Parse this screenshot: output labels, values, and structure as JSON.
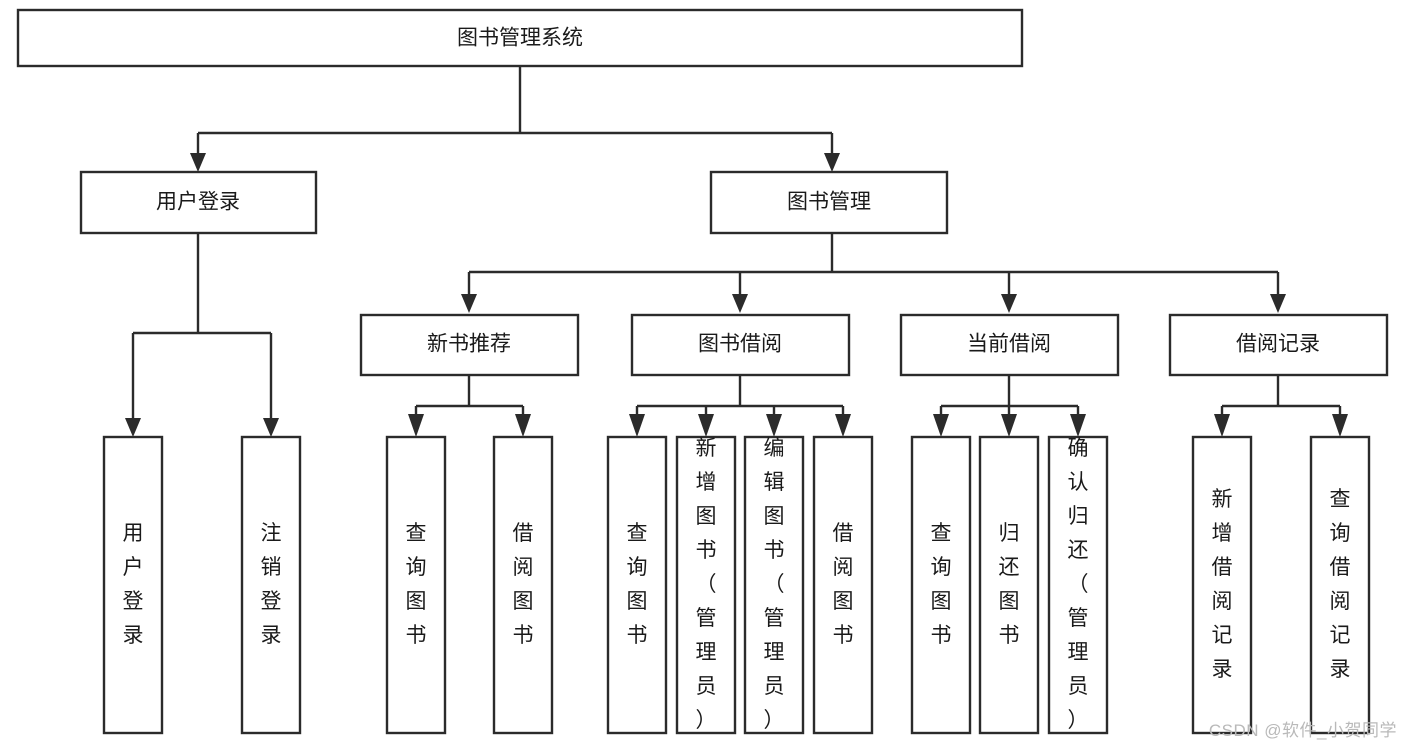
{
  "diagram": {
    "type": "tree",
    "title": "图书管理系统",
    "orientation": "top-down",
    "background_color": "#ffffff",
    "box_border_color": "#2b2b2b",
    "box_fill_color": "#ffffff",
    "connector_color": "#2b2b2b",
    "text_color": "#1a1a1a"
  },
  "root": {
    "label": "图书管理系统"
  },
  "level2": [
    {
      "label": "用户登录"
    },
    {
      "label": "图书管理"
    }
  ],
  "level3": [
    {
      "label": "新书推荐"
    },
    {
      "label": "图书借阅"
    },
    {
      "label": "当前借阅"
    },
    {
      "label": "借阅记录"
    }
  ],
  "leaves": {
    "user_login": [
      {
        "label": "用户登录"
      },
      {
        "label": "注销登录"
      }
    ],
    "new_book_recommend": [
      {
        "label": "查询图书"
      },
      {
        "label": "借阅图书"
      }
    ],
    "book_borrow": [
      {
        "label": "查询图书"
      },
      {
        "label": "新增图书（管理员）"
      },
      {
        "label": "编辑图书（管理员）"
      },
      {
        "label": "借阅图书"
      }
    ],
    "current_borrow": [
      {
        "label": "查询图书"
      },
      {
        "label": "归还图书"
      },
      {
        "label": "确认归还（管理员）"
      }
    ],
    "borrow_record": [
      {
        "label": "新增借阅记录"
      },
      {
        "label": "查询借阅记录"
      }
    ]
  },
  "watermark": {
    "text": "CSDN @软件_小贺同学"
  }
}
